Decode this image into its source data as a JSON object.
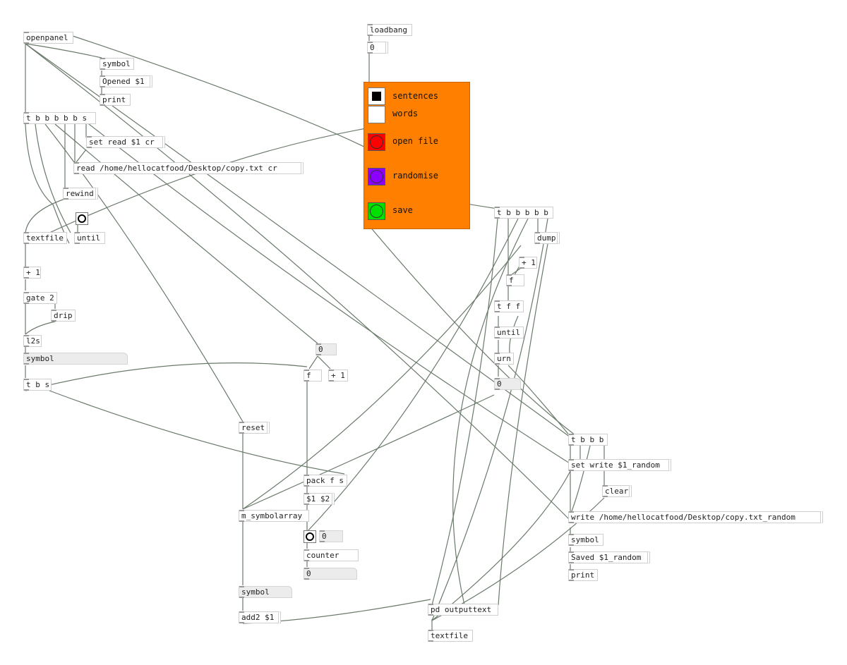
{
  "objects": {
    "openpanel": "openpanel",
    "symbol_a": "symbol",
    "opened_msg": "Opened $1",
    "print_a": "print",
    "trigger_a": "t b b b b b s",
    "set_read_msg": "set read $1 cr",
    "read_msg": "read /home/hellocatfood/Desktop/copy.txt cr",
    "rewind_msg": "rewind",
    "textfile_a": "textfile",
    "until_a": "until",
    "plus1_a": "+ 1",
    "gate": "gate 2",
    "drip": "drip",
    "l2s": "l2s",
    "symbol_atom_a": "symbol",
    "trigger_bs": "t b s",
    "loadbang": "loadbang",
    "loadbang_msg": "0",
    "num_zero_a": "0",
    "f_a": "f",
    "plus1_b": "+ 1",
    "reset_msg": "reset",
    "pack": "pack f s",
    "pack_msg": "$1 $2",
    "symbolarray": "m_symbolarray",
    "counter_num": "0",
    "counter": "counter",
    "counter_out": "0",
    "symbol_atom_b": "symbol",
    "add2_msg": "add2 $1",
    "pd_outputtext": "pd outputtext",
    "textfile_b": "textfile",
    "trigger_c": "t b b b b b",
    "dump_msg": "dump",
    "plus1_c": "+ 1",
    "f_b": "f",
    "trigger_fff": "t f f",
    "until_b": "until",
    "urn": "urn",
    "num_zero_b": "0",
    "trigger_d": "t b b b",
    "set_write_msg": "set write $1_random",
    "clear_msg": "clear",
    "write_msg": "write /home/hellocatfood/Desktop/copy.txt_random",
    "symbol_b": "symbol",
    "saved_msg": "Saved $1_random",
    "print_b": "print"
  },
  "panel": {
    "sentences_label": "sentences",
    "words_label": "words",
    "open_file_label": "open file",
    "randomise_label": "randomise",
    "save_label": "save",
    "sentences_on": true,
    "words_on": false
  },
  "colors": {
    "panel": "#ff8000",
    "open_file_bang": "#ff0000",
    "randomise_bang": "#8b00ff",
    "save_bang": "#00e000",
    "wire": "#6a7a6a"
  }
}
